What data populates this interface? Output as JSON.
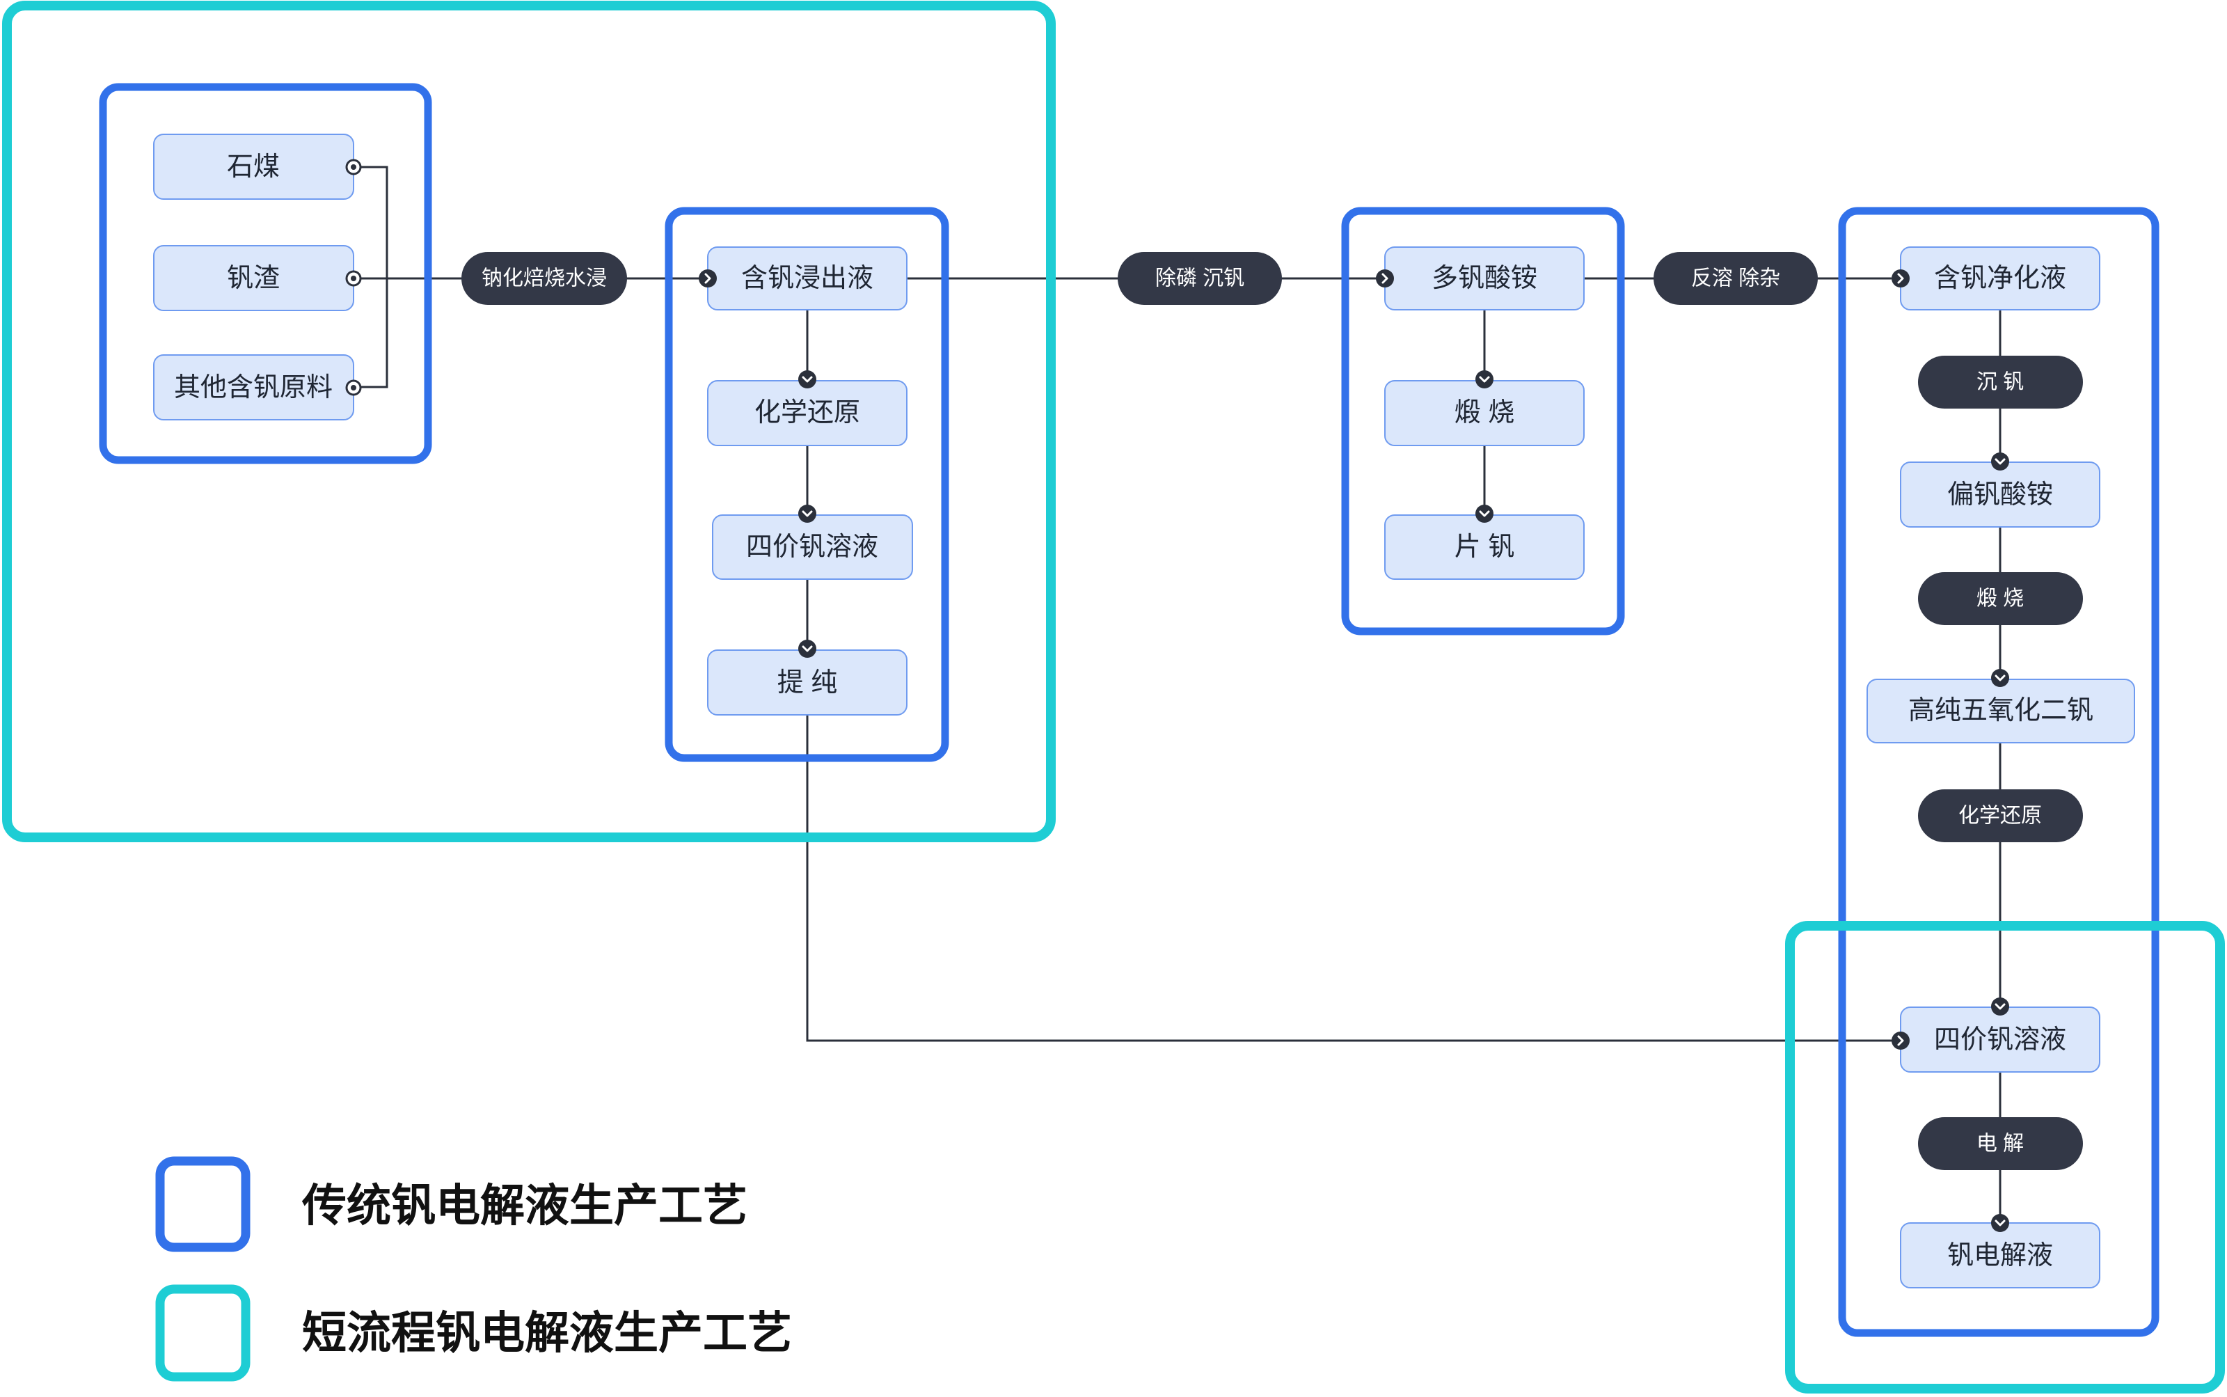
{
  "nodes": {
    "shimei": "石煤",
    "fanzha": "钒渣",
    "qita": "其他含钒原料",
    "leach": "含钒浸出液",
    "reduce1": "化学还原",
    "v4_1": "四价钒溶液",
    "purify": "提 纯",
    "amv": "多钒酸铵",
    "calcine1": "煅 烧",
    "flake": "片 钒",
    "clean": "含钒净化液",
    "nh4vo3": "偏钒酸铵",
    "v2o5": "高纯五氧化二钒",
    "v4_2": "四价钒溶液",
    "electrolyte": "钒电解液"
  },
  "steps": {
    "roast": "钠化焙烧水浸",
    "dephos": "除磷 沉钒",
    "redissolve": "反溶 除杂",
    "precip": "沉 钒",
    "calcine2": "煅 烧",
    "reduce2": "化学还原",
    "electrolysis": "电 解"
  },
  "legend": {
    "traditional": "传统钒电解液生产工艺",
    "short": "短流程钒电解液生产工艺"
  },
  "colors": {
    "traditional_group": "#3271ea",
    "short_group": "#1ecdd4",
    "node_fill": "#dbe7fb",
    "step_pill": "#333847"
  }
}
